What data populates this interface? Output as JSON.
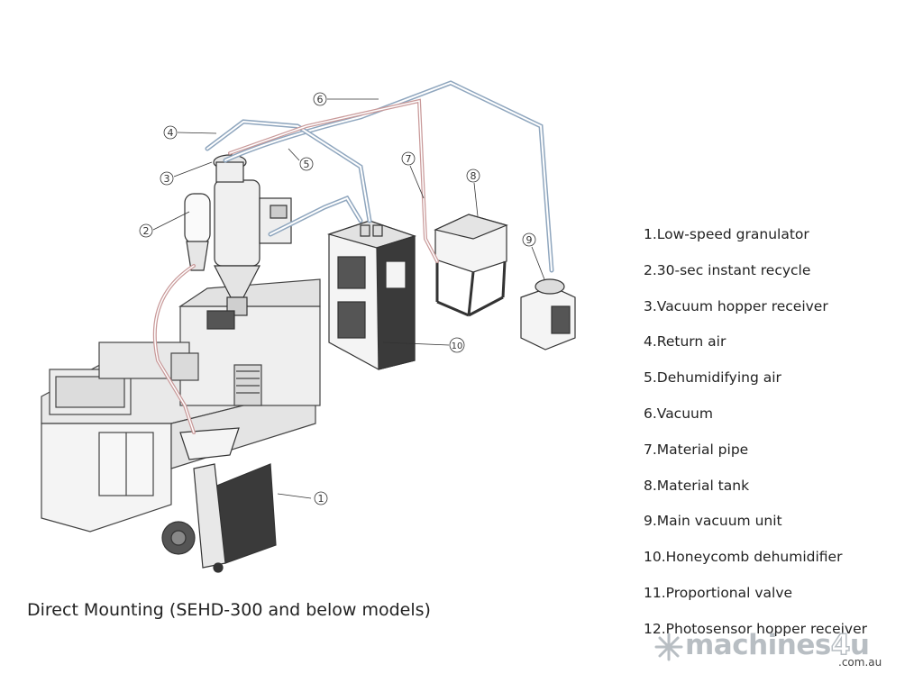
{
  "legend": {
    "items": [
      "1.Low-speed granulator",
      "2.30-sec instant recycle",
      "3.Vacuum hopper receiver",
      "4.Return air",
      "5.Dehumidifying air",
      "6.Vacuum",
      "7.Material pipe",
      "8.Material tank",
      "9.Main vacuum unit",
      "10.Honeycomb dehumidifier",
      "11.Proportional valve",
      "12.Photosensor hopper receiver"
    ]
  },
  "caption": "Direct Mounting (SEHD-300 and below models)",
  "callouts": [
    "1",
    "2",
    "3",
    "4",
    "5",
    "6",
    "7",
    "8",
    "9",
    "10"
  ],
  "watermark": {
    "word_prefix": "machines",
    "word_highlight": "4",
    "word_suffix": "u",
    "tld": ".com.au",
    "icon": "snowflake-logo-icon"
  },
  "colors": {
    "outline": "#333333",
    "blue_pipe": "#8fa6be",
    "red_pipe": "#c99a9a",
    "panel": "#3a3a3a",
    "body": "#f2f2f2",
    "brand_grey": "#b8bec3"
  }
}
